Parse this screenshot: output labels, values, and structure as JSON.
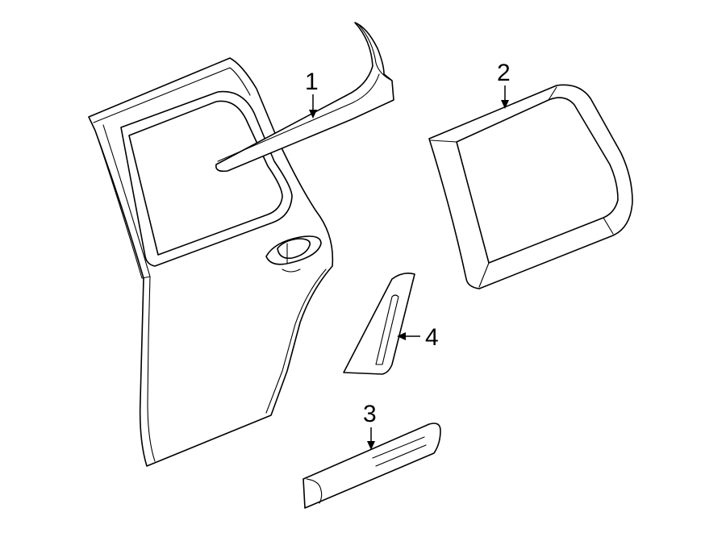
{
  "callouts": [
    {
      "label": "1",
      "part": "belt-molding"
    },
    {
      "label": "2",
      "part": "quarter-glass-window"
    },
    {
      "label": "3",
      "part": "body-side-molding"
    },
    {
      "label": "4",
      "part": "applique-trim"
    }
  ],
  "colors": {
    "line": "#000000",
    "background": "#ffffff"
  }
}
